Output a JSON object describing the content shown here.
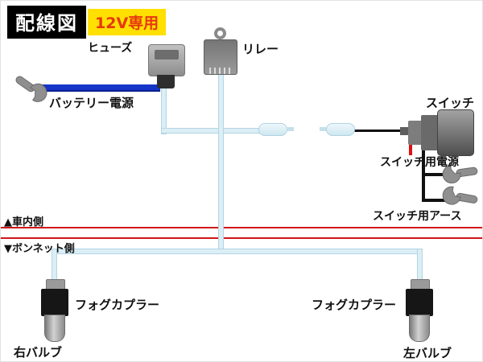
{
  "title": {
    "main": "配線図",
    "badge": "12V専用"
  },
  "components": {
    "fuse": {
      "label": "ヒューズ"
    },
    "relay": {
      "label": "リレー"
    },
    "battery": {
      "label": "バッテリー電源"
    },
    "switch": {
      "label": "スイッチ"
    },
    "switch_power": {
      "label": "スイッチ用電源"
    },
    "switch_ground": {
      "label": "スイッチ用アース"
    },
    "fog_coupler_left": {
      "label": "フォグカプラー"
    },
    "fog_coupler_right": {
      "label": "フォグカプラー"
    },
    "bulb_right": {
      "label": "右バルブ"
    },
    "bulb_left": {
      "label": "左バルブ"
    }
  },
  "dividers": {
    "cabin": {
      "label": "▲車内側"
    },
    "bonnet": {
      "label": "▼ボンネット側"
    }
  },
  "icons": {
    "battery_terminal": "wrench-icon",
    "ground_terminal_top": "wrench-icon",
    "ground_terminal_bottom": "wrench-icon"
  },
  "colors": {
    "title_bg": "#000000",
    "title_text": "#ffffff",
    "sub_bg": "#ffe000",
    "sub_text": "#e8380d",
    "battery_wire": "#1535c8",
    "harness_wire": "#dbeef6",
    "harness_wire_border": "#b4d5e2",
    "power_wire": "#e01010",
    "ground_wire": "#111111",
    "divider": "#d01818"
  }
}
